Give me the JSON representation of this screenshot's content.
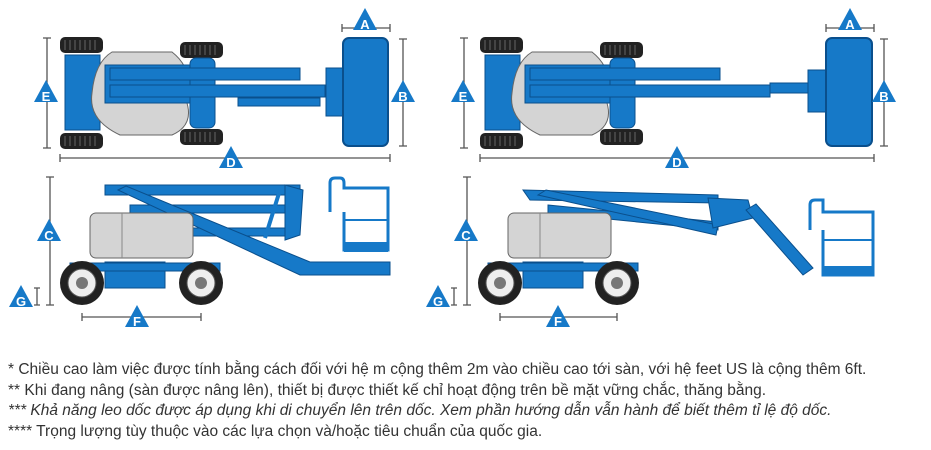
{
  "colors": {
    "blue": "#1679c8",
    "dark_blue": "#0a4f8c",
    "grey": "#d4d4d4",
    "tire": "#222222",
    "dim_line": "#555555"
  },
  "dimension_labels": {
    "a": "A",
    "b": "B",
    "c": "C",
    "d": "D",
    "e": "E",
    "f": "F",
    "g": "G"
  },
  "footnotes": [
    "* Chiều cao làm việc được tính bằng cách đối với hệ m cộng thêm 2m vào chiều cao tới sàn, với hệ feet US là cộng thêm 6ft.",
    "** Khi đang nâng (sàn được nâng lên), thiết bị được thiết kế chỉ hoạt động trên bề mặt vững chắc, thăng bằng.",
    "*** Khả năng leo dốc được áp dụng khi di chuyển lên trên dốc. Xem phần hướng dẫn vẫn hành để biết thêm tỉ lệ độ dốc.",
    "**** Trọng lượng tùy thuộc vào các lựa chọn và/hoặc tiêu chuẩn của quốc gia."
  ]
}
